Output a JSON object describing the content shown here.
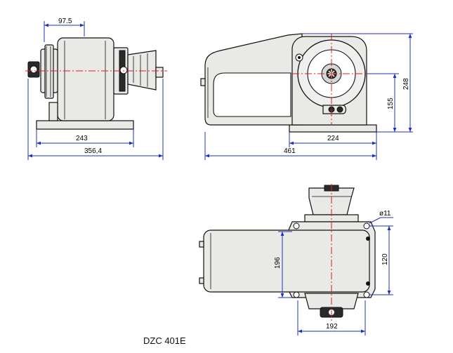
{
  "model_label": "DZC 401E",
  "dimensions": {
    "side_offset": "97.5",
    "side_base": "243",
    "side_total": "356,4",
    "front_total": "461",
    "front_drum": "224",
    "front_axis_height": "155",
    "front_height": "248",
    "plan_hole": "ø11",
    "plan_width": "196",
    "plan_holes": "120",
    "plan_base": "192"
  },
  "colors": {
    "dimension_line": "#1f2fbf",
    "center_line": "#d82020",
    "outline": "#111111"
  }
}
